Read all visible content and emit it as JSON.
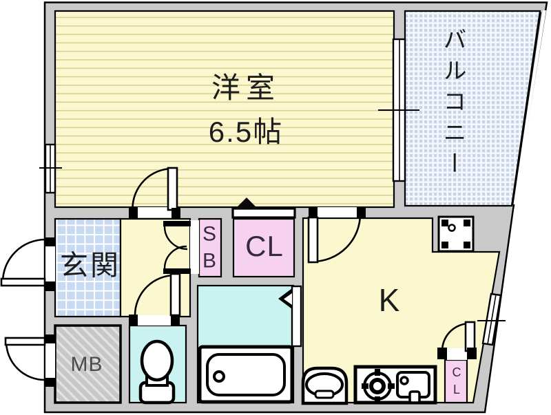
{
  "floorplan": {
    "rooms": {
      "western_room": {
        "name": "洋室",
        "size": "6.5帖"
      },
      "balcony": {
        "name": "バルコニー"
      },
      "entrance": {
        "name": "玄関"
      },
      "kitchen": {
        "name": "K"
      },
      "closet": {
        "name": "CL"
      },
      "meter_box": {
        "name": "MB"
      },
      "shoe_box": {
        "letters": [
          "S",
          "B"
        ]
      },
      "closet_small": {
        "letters": [
          "C",
          "L"
        ]
      }
    },
    "colors": {
      "wall_gray": "#c9c9c9",
      "floor_yellow": "#fbf8d0",
      "floor_stripe": "#d9d08f",
      "balcony_blue": "#e9eff8",
      "entrance_blue": "#c8daf2",
      "closet_pink": "#f7d2f0",
      "bath_cyan": "#c9f2f1",
      "outline_black": "#000000"
    }
  }
}
